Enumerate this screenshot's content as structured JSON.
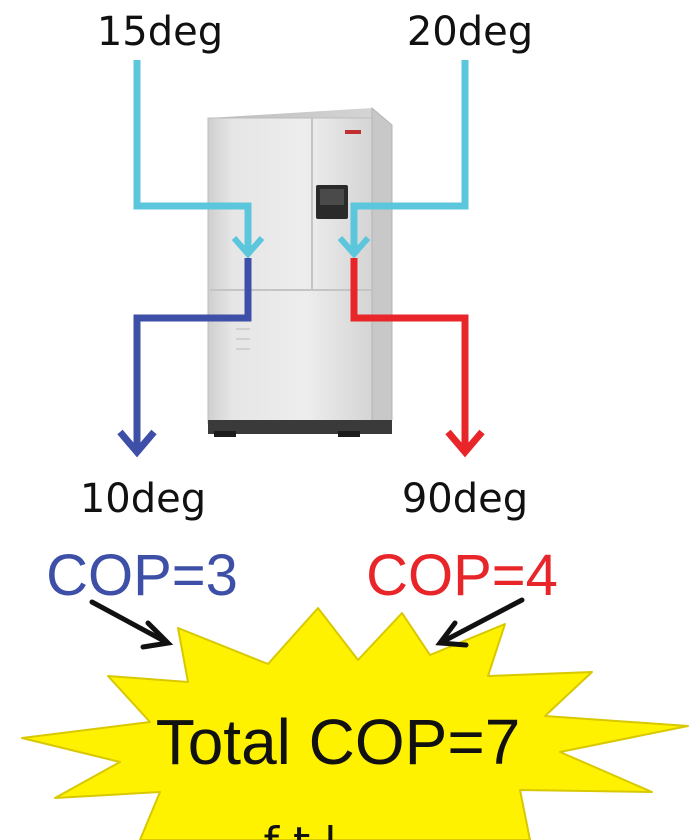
{
  "inputs": {
    "left_temp": "15deg",
    "right_temp": "20deg"
  },
  "outputs": {
    "left_temp": "10deg",
    "right_temp": "90deg"
  },
  "cop": {
    "cooling": "COP=3",
    "heating": "COP=4",
    "total": "Total COP=7"
  },
  "footer_partial": "f t l",
  "colors": {
    "inlet": "#5bc6dc",
    "cold_out": "#3d4fa6",
    "hot_out": "#e8262a",
    "burst_fill": "#fff200",
    "burst_stroke": "#d8c800",
    "pointer": "#111111"
  },
  "icons": {
    "unit": "heat-pump-unit-icon"
  }
}
